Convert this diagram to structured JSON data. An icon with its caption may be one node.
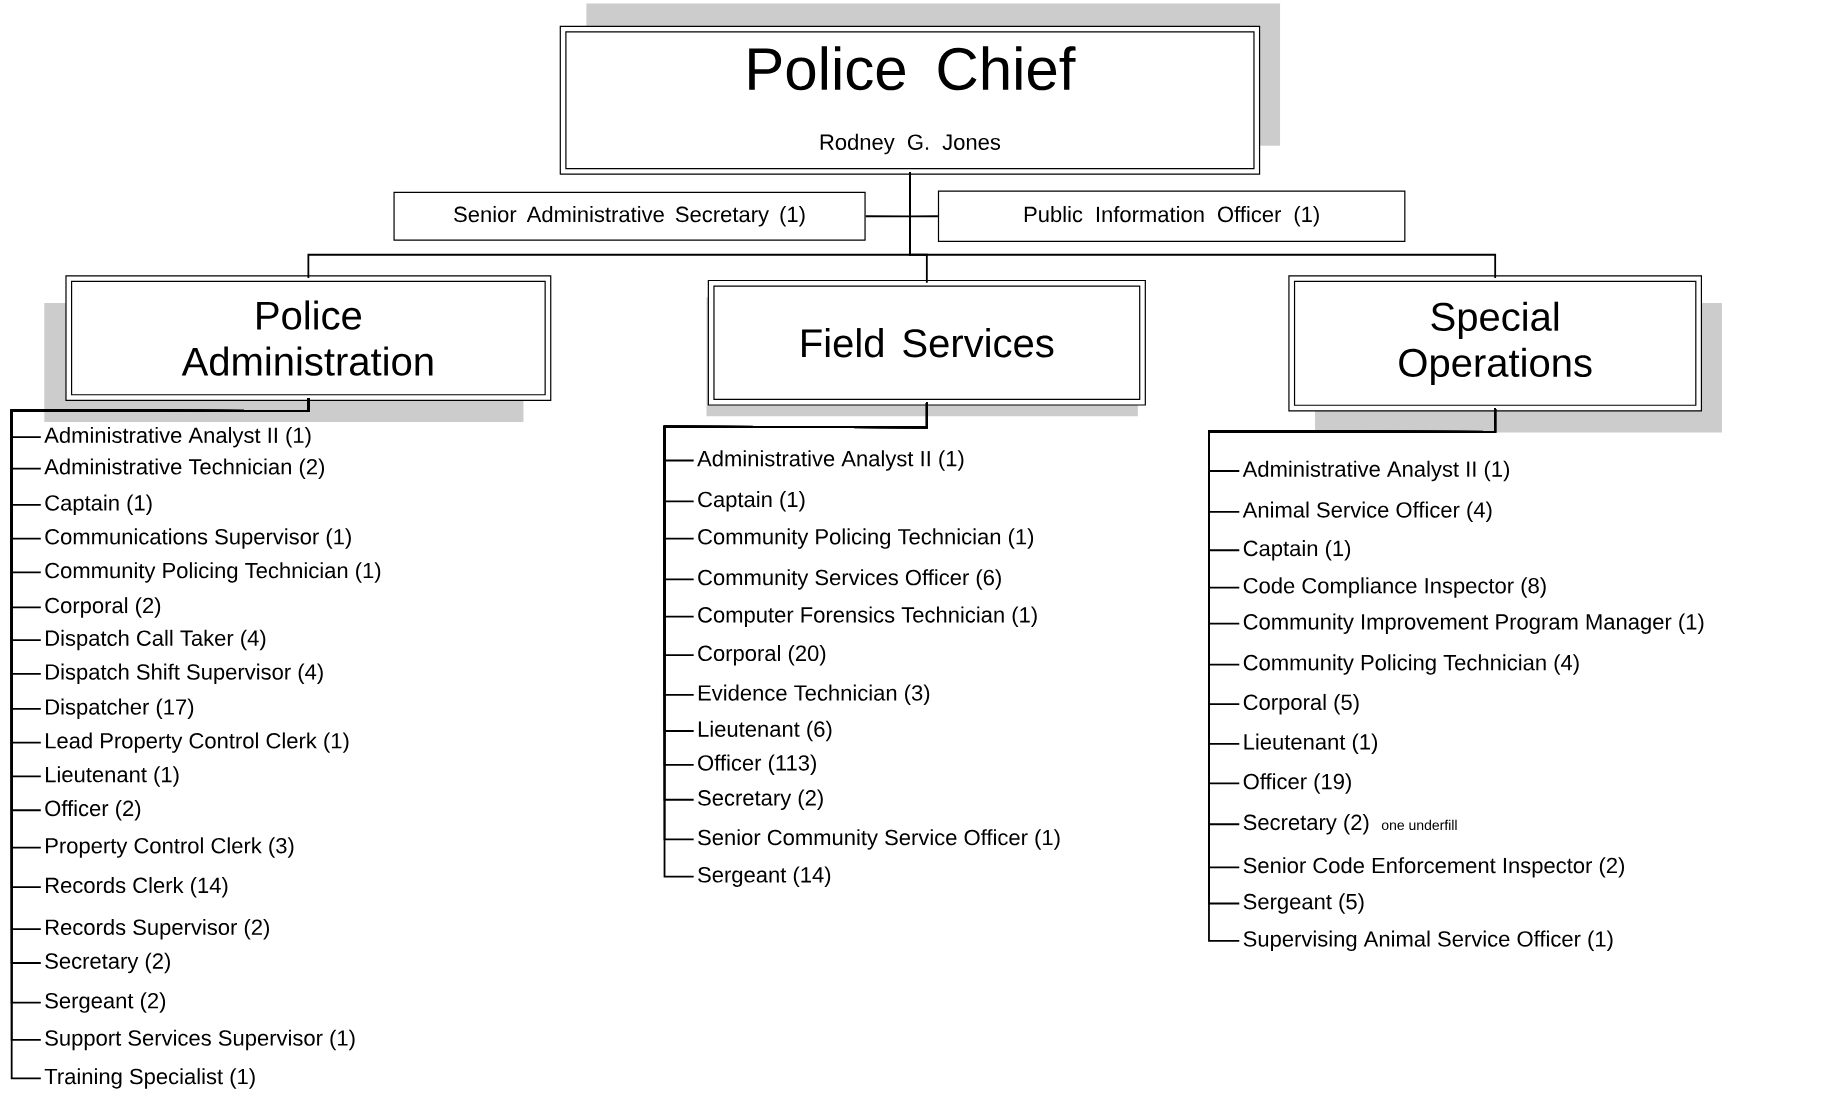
{
  "diagram": {
    "nodes": [
      {
        "text": [
          "Police Chief",
          "Rodney G. Jones"
        ]
      },
      {
        "text": [
          "Senior Administrative Secretary (1)"
        ]
      },
      {
        "text": [
          "Public Information Officer (1)"
        ]
      },
      {
        "text": [
          "Police Administration"
        ]
      },
      {
        "text": [
          "Field Services"
        ]
      },
      {
        "text": [
          "Special Operations"
        ]
      },
      {
        "text": [
          "Administrative Analyst II (1)"
        ]
      },
      {
        "text": [
          "Administrative Technician (2)"
        ]
      },
      {
        "text": [
          "Captain (1)"
        ]
      },
      {
        "text": [
          "Communications Supervisor (1)"
        ]
      },
      {
        "text": [
          "Community Policing Technician (1)"
        ]
      },
      {
        "text": [
          "Corporal (2)"
        ]
      },
      {
        "text": [
          "Dispatch Call Taker (4)"
        ]
      },
      {
        "text": [
          "Dispatch Shift Supervisor (4)"
        ]
      },
      {
        "text": [
          "Dispatcher (17)"
        ]
      },
      {
        "text": [
          "Lead Property Control Clerk (1)"
        ]
      },
      {
        "text": [
          "Lieutenant (1)"
        ]
      },
      {
        "text": [
          "Officer (2)"
        ]
      },
      {
        "text": [
          "Property Control Clerk (3)"
        ]
      },
      {
        "text": [
          "Records Clerk (14)"
        ]
      },
      {
        "text": [
          "Records Supervisor (2)"
        ]
      },
      {
        "text": [
          "Secretary (2)"
        ]
      },
      {
        "text": [
          "Sergeant (2)"
        ]
      },
      {
        "text": [
          "Support Services Supervisor (1)"
        ]
      },
      {
        "text": [
          "Training Specialist (1)"
        ]
      },
      {
        "text": [
          "Administrative Analyst II (1)"
        ]
      },
      {
        "text": [
          "Captain (1)"
        ]
      },
      {
        "text": [
          "Community Policing Technician (1)"
        ]
      },
      {
        "text": [
          "Community Services Officer (6)"
        ]
      },
      {
        "text": [
          "Computer Forensics Technician (1)"
        ]
      },
      {
        "text": [
          "Corporal (20)"
        ]
      },
      {
        "text": [
          "Evidence Technician (3)"
        ]
      },
      {
        "text": [
          "Lieutenant (6)"
        ]
      },
      {
        "text": [
          "Officer (113)"
        ]
      },
      {
        "text": [
          "Secretary (2)"
        ]
      },
      {
        "text": [
          "Senior Community Service Officer (1)"
        ]
      },
      {
        "text": [
          "Sergeant (14)"
        ]
      },
      {
        "text": [
          "Administrative Analyst II (1)"
        ]
      },
      {
        "text": [
          "Animal Service Officer (4)"
        ]
      },
      {
        "text": [
          "Captain (1)"
        ]
      },
      {
        "text": [
          "Code Compliance Inspector (8)"
        ]
      },
      {
        "text": [
          "Community Improvement Program Manager (1)"
        ]
      },
      {
        "text": [
          "Community Policing Technician (4)"
        ]
      },
      {
        "text": [
          "Corporal (5)"
        ]
      },
      {
        "text": [
          "Lieutenant (1)"
        ]
      },
      {
        "text": [
          "Officer (19)"
        ]
      },
      {
        "text": [
          "Secretary (2)"
        ],
        "beside": [
          "one underfill"
        ]
      },
      {
        "text": [
          "Senior Code Enforcement Inspector (2)"
        ]
      },
      {
        "text": [
          "Sergeant (5)"
        ]
      },
      {
        "text": [
          "Supervising Animal Service Officer (1)"
        ]
      }
    ],
    "edges": [
      {
        "from": 0,
        "to": 1,
        "arrow": "none"
      },
      {
        "from": 0,
        "to": 2,
        "arrow": "none"
      },
      {
        "from": 0,
        "to": 3,
        "arrow": "none"
      },
      {
        "from": 0,
        "to": 4,
        "arrow": "none"
      },
      {
        "from": 0,
        "to": 5,
        "arrow": "none"
      },
      {
        "from": 3,
        "to": 6,
        "arrow": "none"
      },
      {
        "from": 3,
        "to": 7,
        "arrow": "none"
      },
      {
        "from": 3,
        "to": 8,
        "arrow": "none"
      },
      {
        "from": 3,
        "to": 9,
        "arrow": "none"
      },
      {
        "from": 3,
        "to": 10,
        "arrow": "none"
      },
      {
        "from": 3,
        "to": 11,
        "arrow": "none"
      },
      {
        "from": 3,
        "to": 12,
        "arrow": "none"
      },
      {
        "from": 3,
        "to": 13,
        "arrow": "none"
      },
      {
        "from": 3,
        "to": 14,
        "arrow": "none"
      },
      {
        "from": 3,
        "to": 15,
        "arrow": "none"
      },
      {
        "from": 3,
        "to": 16,
        "arrow": "none"
      },
      {
        "from": 3,
        "to": 17,
        "arrow": "none"
      },
      {
        "from": 3,
        "to": 18,
        "arrow": "none"
      },
      {
        "from": 3,
        "to": 19,
        "arrow": "none"
      },
      {
        "from": 3,
        "to": 20,
        "arrow": "none"
      },
      {
        "from": 3,
        "to": 21,
        "arrow": "none"
      },
      {
        "from": 3,
        "to": 22,
        "arrow": "none"
      },
      {
        "from": 3,
        "to": 23,
        "arrow": "none"
      },
      {
        "from": 3,
        "to": 24,
        "arrow": "none"
      },
      {
        "from": 4,
        "to": 25,
        "arrow": "none"
      },
      {
        "from": 4,
        "to": 26,
        "arrow": "none"
      },
      {
        "from": 4,
        "to": 27,
        "arrow": "none"
      },
      {
        "from": 4,
        "to": 28,
        "arrow": "none"
      },
      {
        "from": 4,
        "to": 29,
        "arrow": "none"
      },
      {
        "from": 4,
        "to": 30,
        "arrow": "none"
      },
      {
        "from": 4,
        "to": 31,
        "arrow": "none"
      },
      {
        "from": 4,
        "to": 32,
        "arrow": "none"
      },
      {
        "from": 4,
        "to": 33,
        "arrow": "none"
      },
      {
        "from": 4,
        "to": 34,
        "arrow": "none"
      },
      {
        "from": 4,
        "to": 35,
        "arrow": "none"
      },
      {
        "from": 4,
        "to": 36,
        "arrow": "none"
      },
      {
        "from": 5,
        "to": 37,
        "arrow": "none"
      },
      {
        "from": 5,
        "to": 38,
        "arrow": "none"
      },
      {
        "from": 5,
        "to": 39,
        "arrow": "none"
      },
      {
        "from": 5,
        "to": 40,
        "arrow": "none"
      },
      {
        "from": 5,
        "to": 41,
        "arrow": "none"
      },
      {
        "from": 5,
        "to": 42,
        "arrow": "none"
      },
      {
        "from": 5,
        "to": 43,
        "arrow": "none"
      },
      {
        "from": 5,
        "to": 44,
        "arrow": "none"
      },
      {
        "from": 5,
        "to": 45,
        "arrow": "none"
      },
      {
        "from": 5,
        "to": 46,
        "arrow": "none"
      },
      {
        "from": 5,
        "to": 47,
        "arrow": "none"
      },
      {
        "from": 5,
        "to": 48,
        "arrow": "none"
      },
      {
        "from": 5,
        "to": 49,
        "arrow": "none"
      }
    ]
  }
}
